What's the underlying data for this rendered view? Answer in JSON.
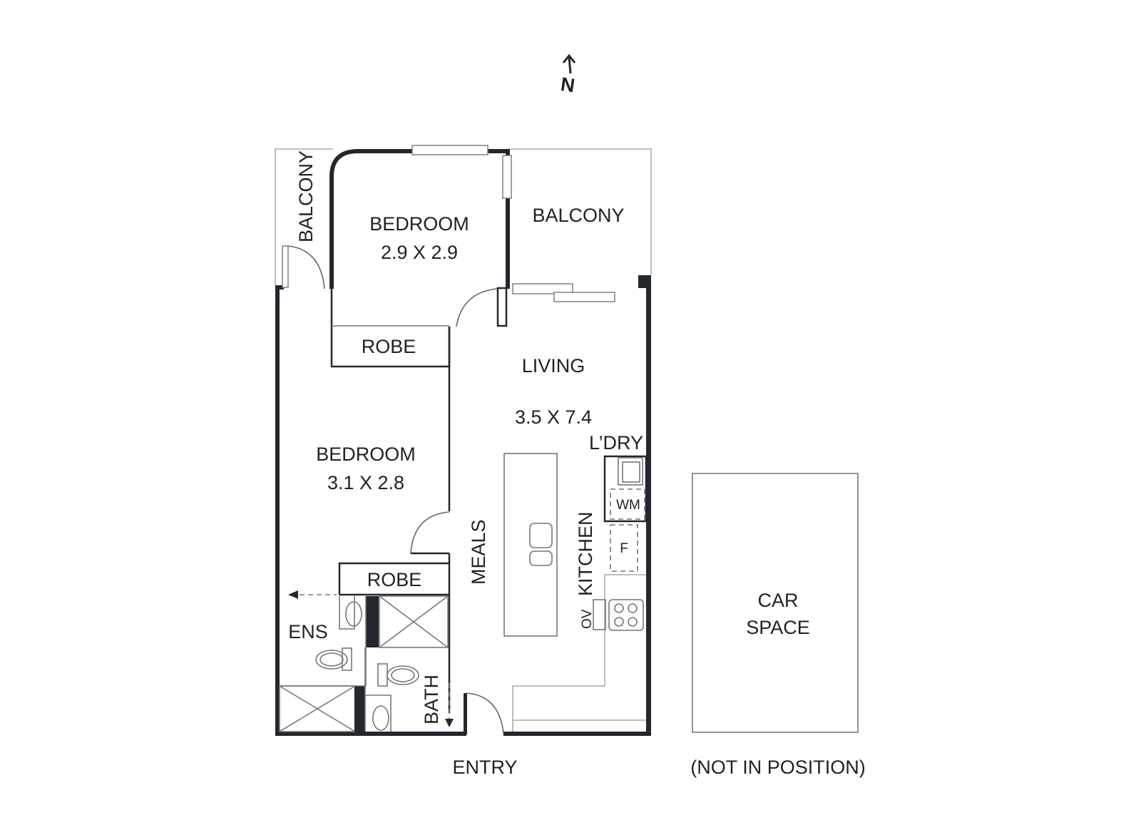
{
  "compass": {
    "label": "N",
    "icon": "north-arrow-icon"
  },
  "rooms": {
    "bedroom1": {
      "name": "BEDROOM",
      "size": "2.9 X 2.9"
    },
    "bedroom2": {
      "name": "BEDROOM",
      "size": "3.1 X 2.8"
    },
    "balcony_side": {
      "name": "BALCONY"
    },
    "balcony_main": {
      "name": "BALCONY"
    },
    "robe1": {
      "name": "ROBE"
    },
    "robe2": {
      "name": "ROBE"
    },
    "living": {
      "name": "LIVING",
      "size": "3.5 X 7.4"
    },
    "laundry": {
      "name": "L’DRY"
    },
    "meals": {
      "name": "MEALS"
    },
    "kitchen": {
      "name": "KITCHEN"
    },
    "ensuite": {
      "name": "ENS"
    },
    "bath": {
      "name": "BATH"
    },
    "entry": {
      "name": "ENTRY"
    }
  },
  "fixtures": {
    "washing_machine": "WM",
    "fridge": "F",
    "oven": "OV"
  },
  "car_space": {
    "name_line1": "CAR",
    "name_line2": "SPACE",
    "note": "(NOT IN POSITION)"
  }
}
